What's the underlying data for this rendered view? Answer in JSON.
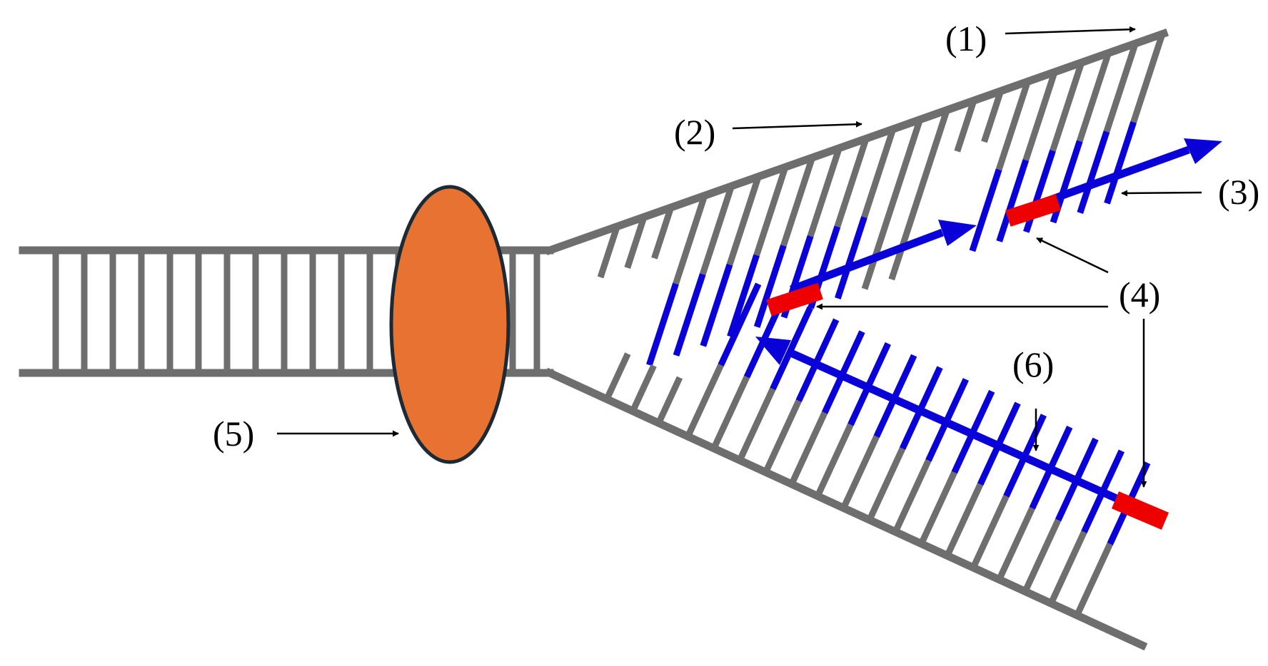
{
  "labels": {
    "l1": "(1)",
    "l2": "(2)",
    "l3": "(3)",
    "l4": "(4)",
    "l5": "(5)",
    "l6": "(6)"
  },
  "colors": {
    "template_strand": "#6e6e6e",
    "new_strand": "#0a00d8",
    "primer": "#ee0000",
    "helicase_fill": "#e77232",
    "helicase_stroke": "#1b2a33",
    "annotation": "#000000"
  },
  "icons": {
    "helicase": "orange-ellipse",
    "primer": "red-rectangle",
    "synthesis_direction": "blue-arrowhead"
  }
}
